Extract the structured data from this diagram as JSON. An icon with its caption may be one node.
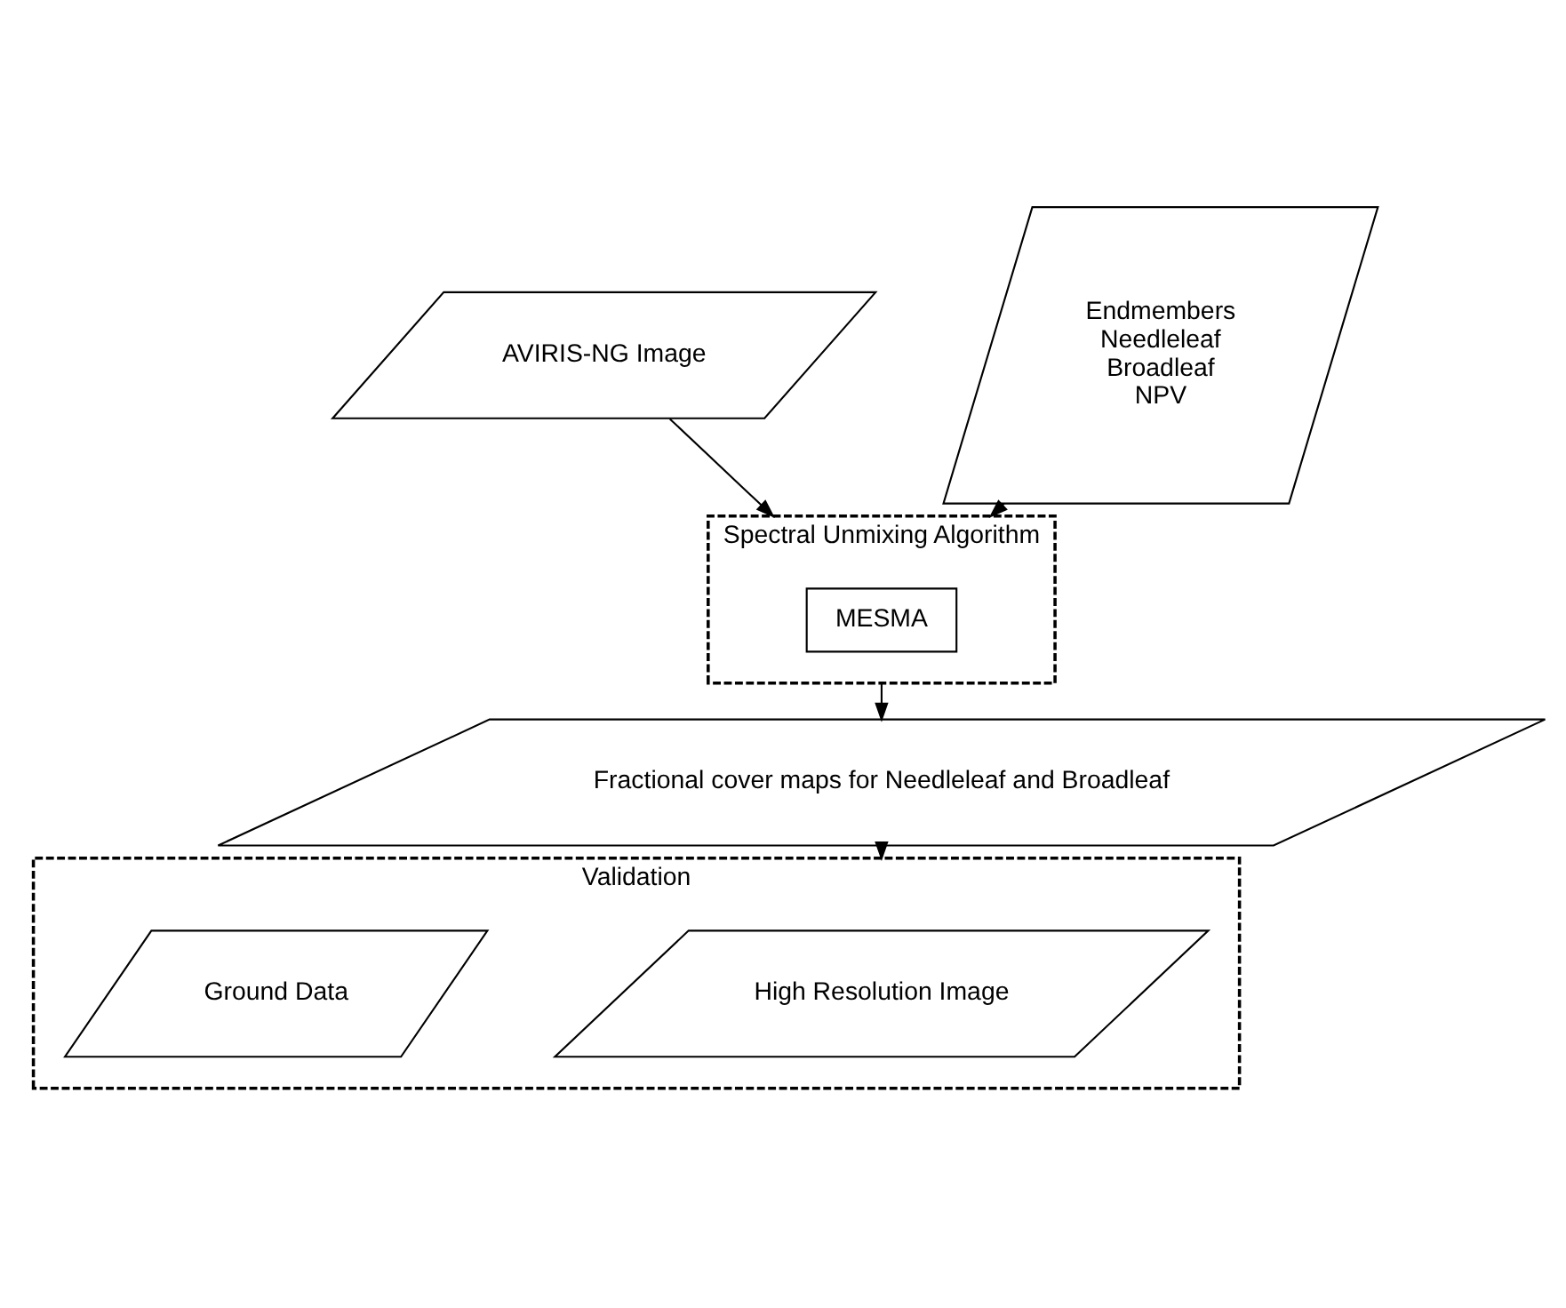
{
  "diagram": {
    "nodes": [
      {
        "text": [
          "AVIRIS-NG Image"
        ]
      },
      {
        "text": [
          "Endmembers",
          "Needleleaf",
          "Broadleaf",
          "NPV"
        ]
      },
      {
        "text": [
          "Spectral Unmixing Algorithm"
        ]
      },
      {
        "text": [
          "MESMA"
        ],
        "in": 2
      },
      {
        "text": [
          "Fractional cover maps for Needleleaf and Broadleaf"
        ]
      },
      {
        "text": [
          "Validation"
        ]
      },
      {
        "text": [
          "High Resolution Image"
        ],
        "in": 5
      },
      {
        "text": [
          "Ground Data"
        ],
        "in": 5
      }
    ],
    "edges": [
      {
        "from": 0,
        "to": 2,
        "arrow": "to"
      },
      {
        "from": 1,
        "to": 2,
        "arrow": "to"
      },
      {
        "from": 2,
        "to": 4,
        "arrow": "to"
      },
      {
        "from": 4,
        "to": 5,
        "arrow": "to"
      }
    ]
  }
}
